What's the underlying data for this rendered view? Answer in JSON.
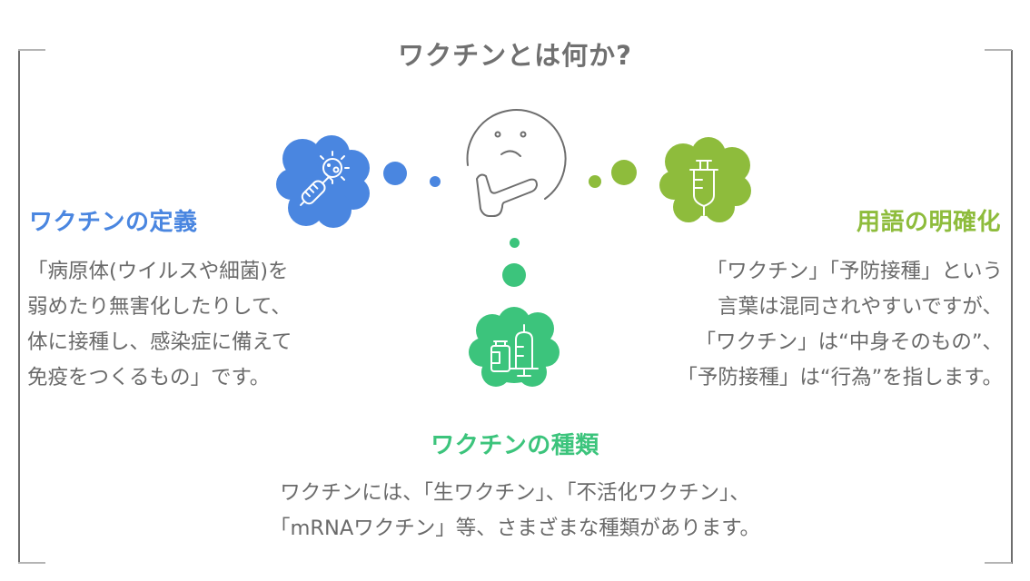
{
  "title": "ワクチンとは何か?",
  "colors": {
    "blue": "#4a86e0",
    "lime": "#8ebc3c",
    "green": "#3cc47c",
    "text": "#6a6a6a",
    "title": "#707070"
  },
  "icons": {
    "center": "thinking-face-icon",
    "definition": "syringe-virus-icon",
    "terminology": "syringe-icon",
    "types": "vial-syringe-icon"
  },
  "sections": {
    "definition": {
      "heading": "ワクチンの定義",
      "lines": [
        "「病原体(ウイルスや細菌)を",
        "弱めたり無害化したりして、",
        "体に接種し、感染症に備えて",
        "免疫をつくるもの」です。"
      ]
    },
    "terminology": {
      "heading": "用語の明確化",
      "lines": [
        "「ワクチン」「予防接種」という",
        "言葉は混同されやすいですが、",
        "「ワクチン」は“中身そのもの”、",
        "「予防接種」は“行為”を指します。"
      ]
    },
    "types": {
      "heading": "ワクチンの種類",
      "lines": [
        "ワクチンには、「生ワクチン」、「不活化ワクチン」、",
        "「mRNAワクチン」等、さまざまな種類があります。"
      ]
    }
  }
}
